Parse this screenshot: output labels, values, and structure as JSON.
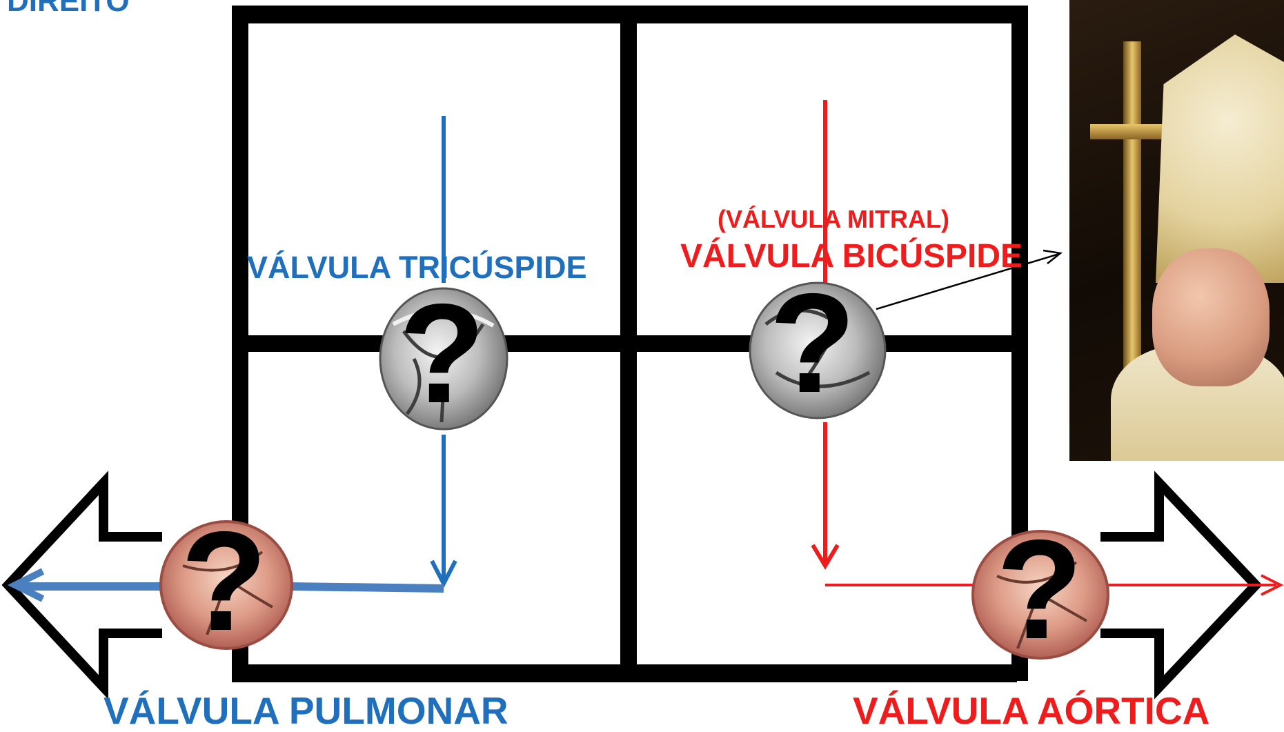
{
  "labels": {
    "top_left_fragment": "DIREITO",
    "tricuspid": "VÁLVULA TRICÚSPIDE",
    "mitral": "(VÁLVULA MITRAL)",
    "bicuspid": "VÁLVULA BICÚSPIDE",
    "pulmonary": "VÁLVULA PULMONAR",
    "aortic": "VÁLVULA AÓRTICA",
    "question_mark": "?"
  },
  "colors": {
    "right_side": "#1f6fbd",
    "left_side": "#ee1c1c",
    "frame": "#000000"
  },
  "icons": {
    "valve_images": [
      "tricuspid-valve-icon",
      "bicuspid-valve-icon",
      "pulmonary-valve-icon",
      "aortic-valve-icon"
    ],
    "photo": "pope-photo"
  }
}
